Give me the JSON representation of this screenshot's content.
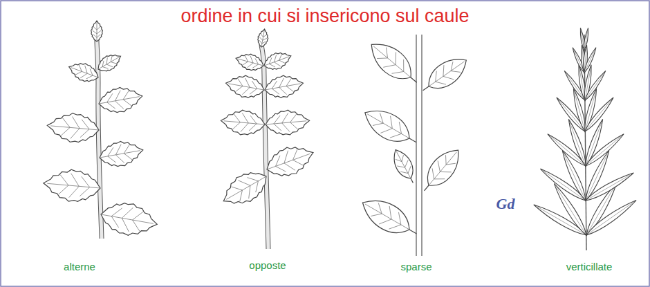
{
  "diagram": {
    "title": "ordine in cui si insericono sul caule",
    "labels": [
      "alterne",
      "opposte",
      "sparse",
      "Gd",
      "verticillate"
    ]
  }
}
